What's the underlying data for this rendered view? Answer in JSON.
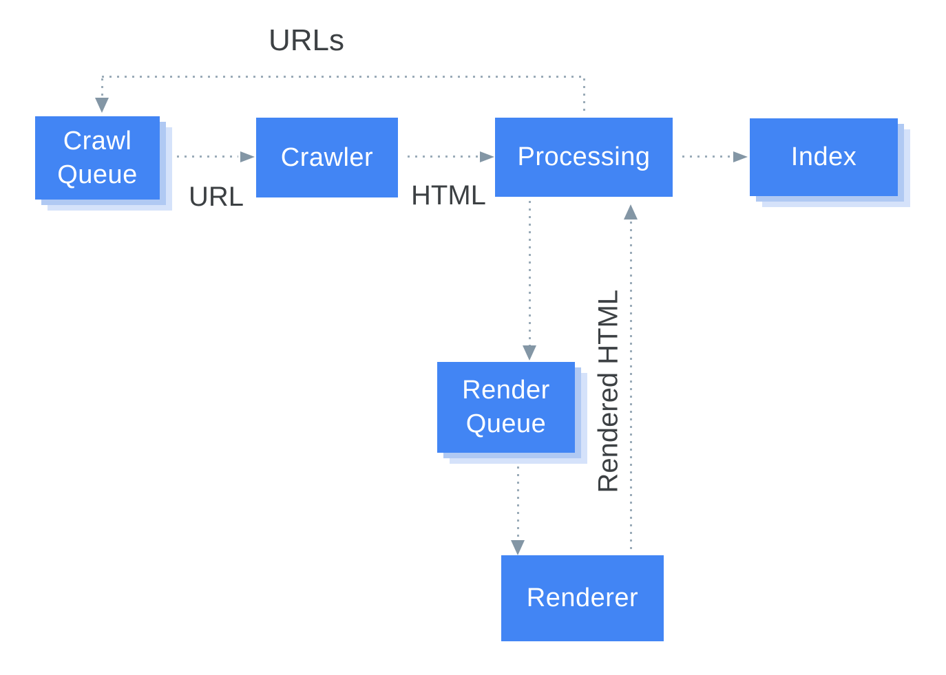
{
  "diagram": {
    "type": "flowchart",
    "subject": "Crawl, render and index pipeline",
    "colors": {
      "background": "#FFFFFF",
      "box_fill": "#4285F4",
      "box_text": "#FFFFFF",
      "box_shadow_inner": "#B0C9F3",
      "box_shadow_outer": "#D5E2FA",
      "connector_dots": "#9AABB8",
      "arrowhead": "#8396A5",
      "flow_label_text": "#3C4043"
    },
    "nodes": [
      {
        "id": "crawl-queue",
        "label": "Crawl Queue"
      },
      {
        "id": "crawler",
        "label": "Crawler"
      },
      {
        "id": "processing",
        "label": "Processing"
      },
      {
        "id": "index",
        "label": "Index"
      },
      {
        "id": "render-queue",
        "label": "Render Queue"
      },
      {
        "id": "renderer",
        "label": "Renderer"
      }
    ],
    "edges": [
      {
        "from": "crawl-queue",
        "to": "crawler",
        "label": "URL",
        "style": "dotted-arrow"
      },
      {
        "from": "crawler",
        "to": "processing",
        "label": "HTML",
        "style": "dotted-arrow"
      },
      {
        "from": "processing",
        "to": "index",
        "label": "",
        "style": "dotted-arrow"
      },
      {
        "from": "processing",
        "to": "crawl-queue",
        "label": "URLs",
        "style": "dotted-arrow"
      },
      {
        "from": "processing",
        "to": "render-queue",
        "label": "",
        "style": "dotted-arrow"
      },
      {
        "from": "render-queue",
        "to": "renderer",
        "label": "",
        "style": "dotted-arrow"
      },
      {
        "from": "renderer",
        "to": "processing",
        "label": "Rendered HTML",
        "style": "dotted-arrow"
      }
    ],
    "labels": {
      "urls": "URLs",
      "url": "URL",
      "html": "HTML",
      "rendered_html": "Rendered HTML"
    }
  }
}
